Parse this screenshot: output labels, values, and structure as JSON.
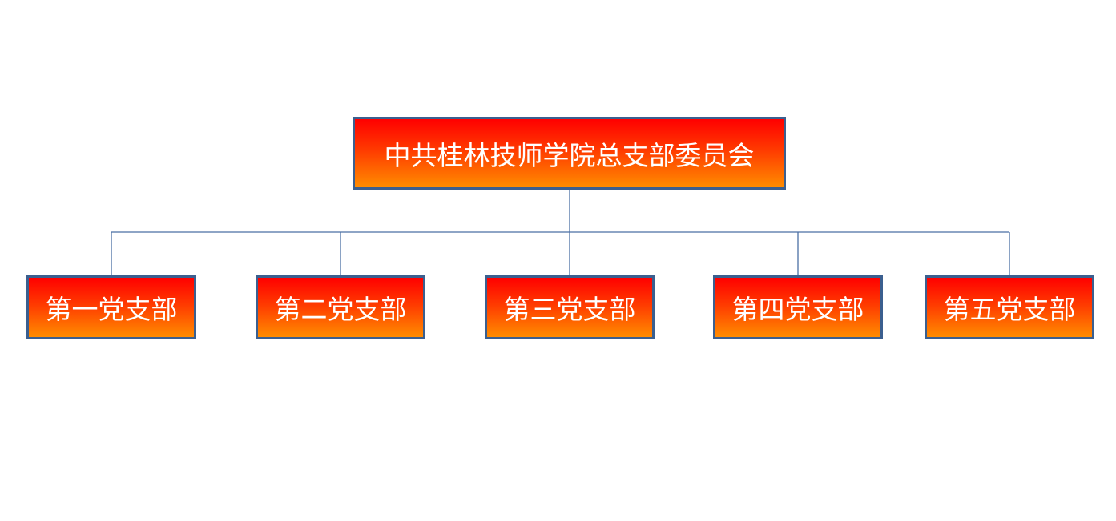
{
  "org_chart": {
    "root": {
      "label": "中共桂林技师学院总支部委员会"
    },
    "branches": [
      {
        "label": "第一党支部"
      },
      {
        "label": "第二党支部"
      },
      {
        "label": "第三党支部"
      },
      {
        "label": "第四党支部"
      },
      {
        "label": "第五党支部"
      }
    ]
  },
  "colors": {
    "node_gradient_top": "#ff0000",
    "node_gradient_bottom": "#ff8c00",
    "node_border": "#3b5f8f",
    "node_text": "#ffffff",
    "connector": "#4a6fa5"
  }
}
